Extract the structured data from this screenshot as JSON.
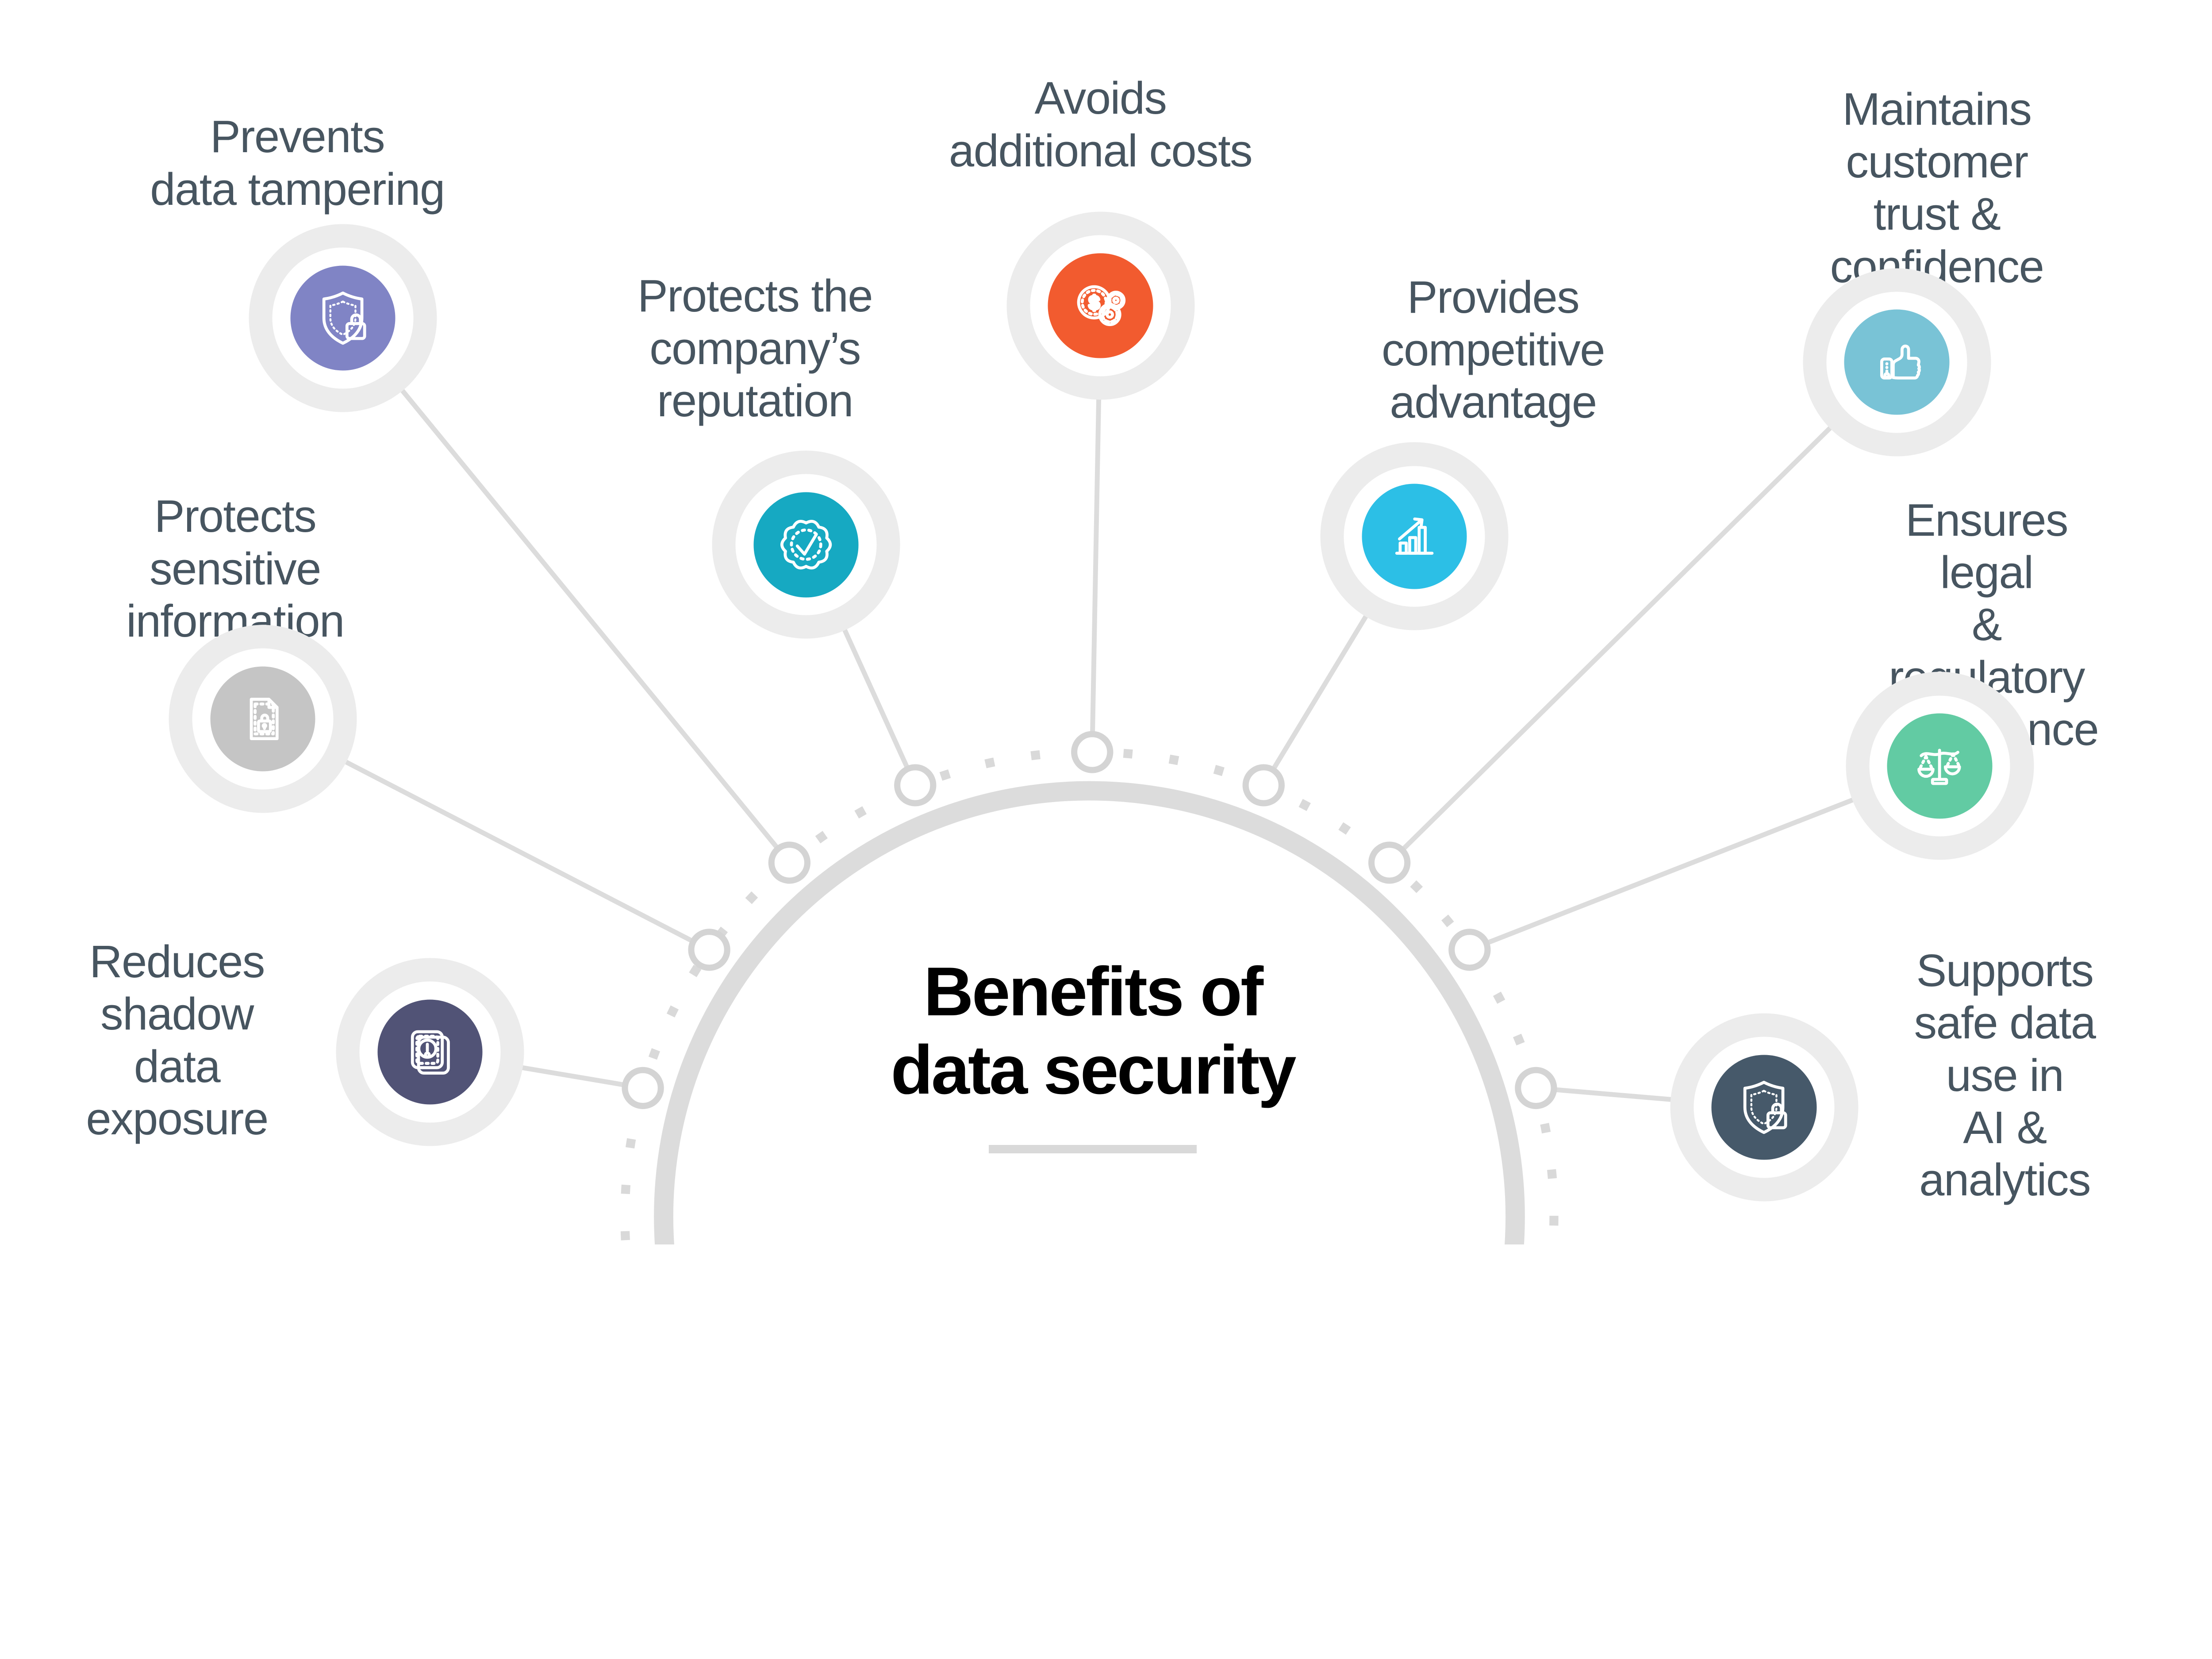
{
  "title": "Benefits of\ndata security",
  "title_underline_color": "#d9d9d9",
  "text_color": "#475560",
  "line_color": "#dcdcdc",
  "node_ring_color": "#ececec",
  "benefits": [
    {
      "label": "Prevents\ndata tampering",
      "icon": "shield-lock-icon",
      "color": "#8084c5"
    },
    {
      "label": "Protects\nsensitive\ninformation",
      "icon": "document-lock-icon",
      "color": "#c5c5c5"
    },
    {
      "label": "Reduces\nshadow\ndata\nexposure",
      "icon": "stacked-cards-alert-icon",
      "color": "#515376"
    },
    {
      "label": "Protects the\ncompany’s\nreputation",
      "icon": "badge-check-icon",
      "color": "#16a9c2"
    },
    {
      "label": "Avoids\nadditional costs",
      "icon": "dollar-gears-icon",
      "color": "#f25b2f"
    },
    {
      "label": "Provides\ncompetitive\nadvantage",
      "icon": "growth-chart-icon",
      "color": "#2cbfe6"
    },
    {
      "label": "Maintains\ncustomer\ntrust & confidence",
      "icon": "thumbs-up-icon",
      "color": "#79c3d6"
    },
    {
      "label": "Ensures legal\n& regulatory\ncompliance",
      "icon": "scales-icon",
      "color": "#62cba3"
    },
    {
      "label": "Supports\nsafe data\nuse in\nAI &\nanalytics",
      "icon": "shield-lock-icon",
      "color": "#46596a"
    }
  ]
}
